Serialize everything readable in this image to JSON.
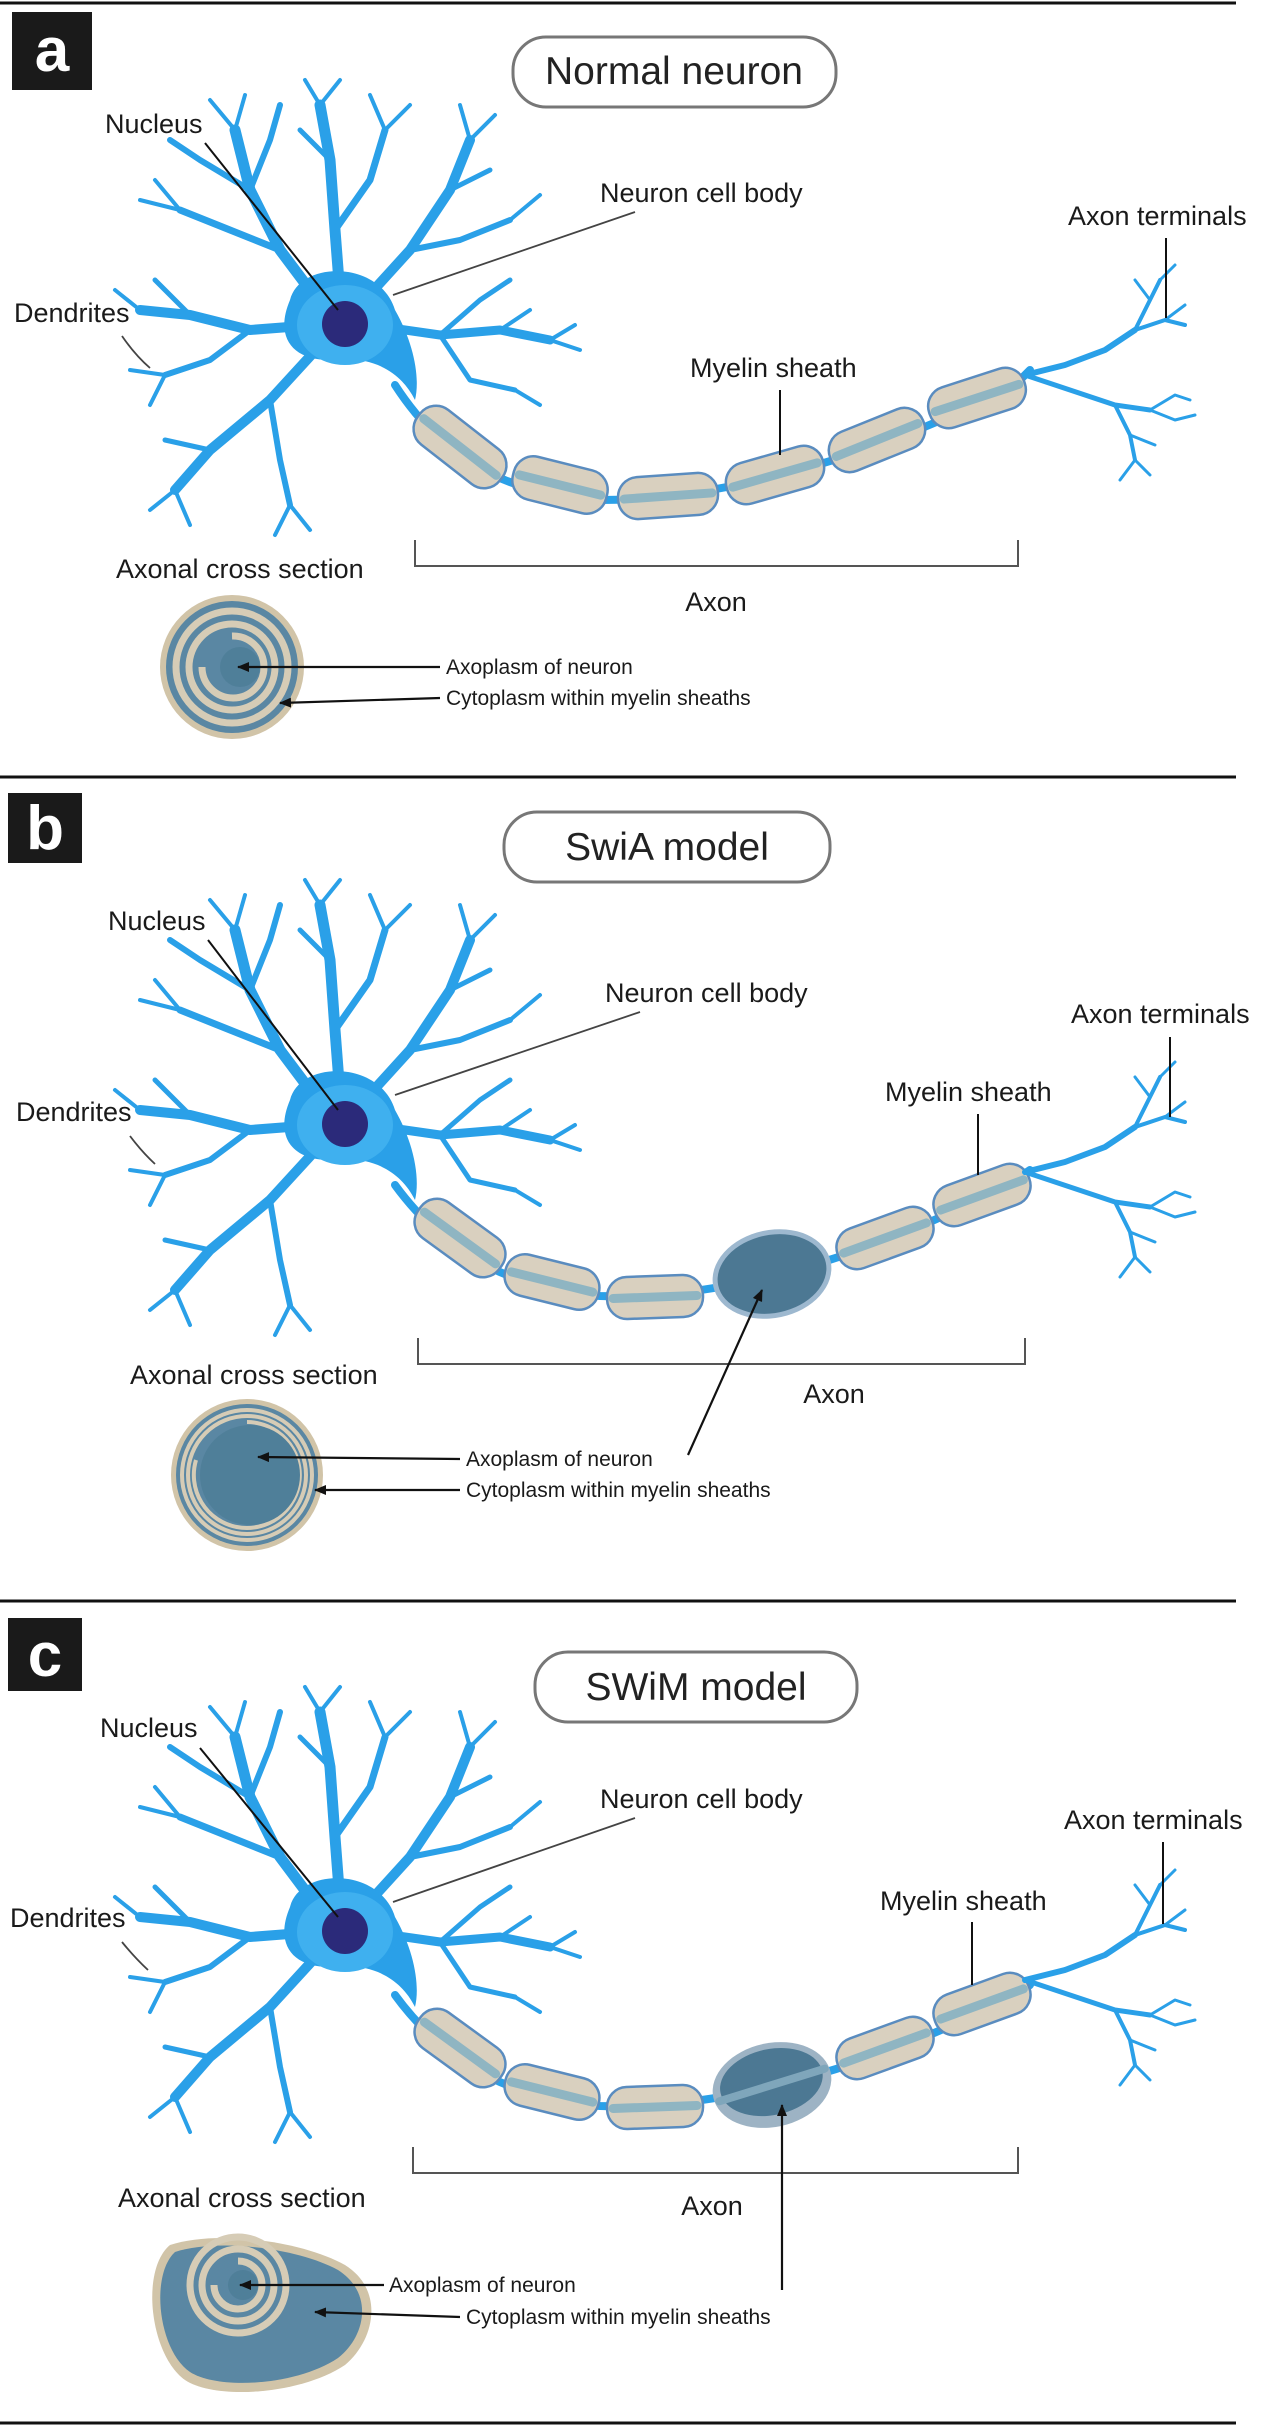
{
  "panels": [
    {
      "letter": "a",
      "title": "Normal neuron",
      "labels": {
        "nucleus": "Nucleus",
        "cell_body": "Neuron cell body",
        "dendrites": "Dendrites",
        "axon_terminals": "Axon terminals",
        "myelin_sheath": "Myelin sheath",
        "axon": "Axon",
        "cross_section": "Axonal cross section",
        "axoplasm": "Axoplasm of neuron",
        "cytoplasm": "Cytoplasm within myelin sheaths"
      }
    },
    {
      "letter": "b",
      "title": "SwiA model",
      "labels": {
        "nucleus": "Nucleus",
        "cell_body": "Neuron cell body",
        "dendrites": "Dendrites",
        "axon_terminals": "Axon terminals",
        "myelin_sheath": "Myelin sheath",
        "axon": "Axon",
        "cross_section": "Axonal cross section",
        "axoplasm": "Axoplasm of neuron",
        "cytoplasm": "Cytoplasm within myelin sheaths"
      }
    },
    {
      "letter": "c",
      "title": "SWiM model",
      "labels": {
        "nucleus": "Nucleus",
        "cell_body": "Neuron cell body",
        "dendrites": "Dendrites",
        "axon_terminals": "Axon terminals",
        "myelin_sheath": "Myelin sheath",
        "axon": "Axon",
        "cross_section": "Axonal cross section",
        "axoplasm": "Axoplasm of neuron",
        "cytoplasm": "Cytoplasm within myelin sheaths"
      }
    }
  ],
  "colors": {
    "neuron_blue": "#2aa0e8",
    "nucleus": "#2b2a7a",
    "myelin_fill": "#d9d0bf",
    "myelin_border": "#5a8cbf",
    "axoplasm": "#4f7f99",
    "swollen_fill": "#4c7893"
  }
}
